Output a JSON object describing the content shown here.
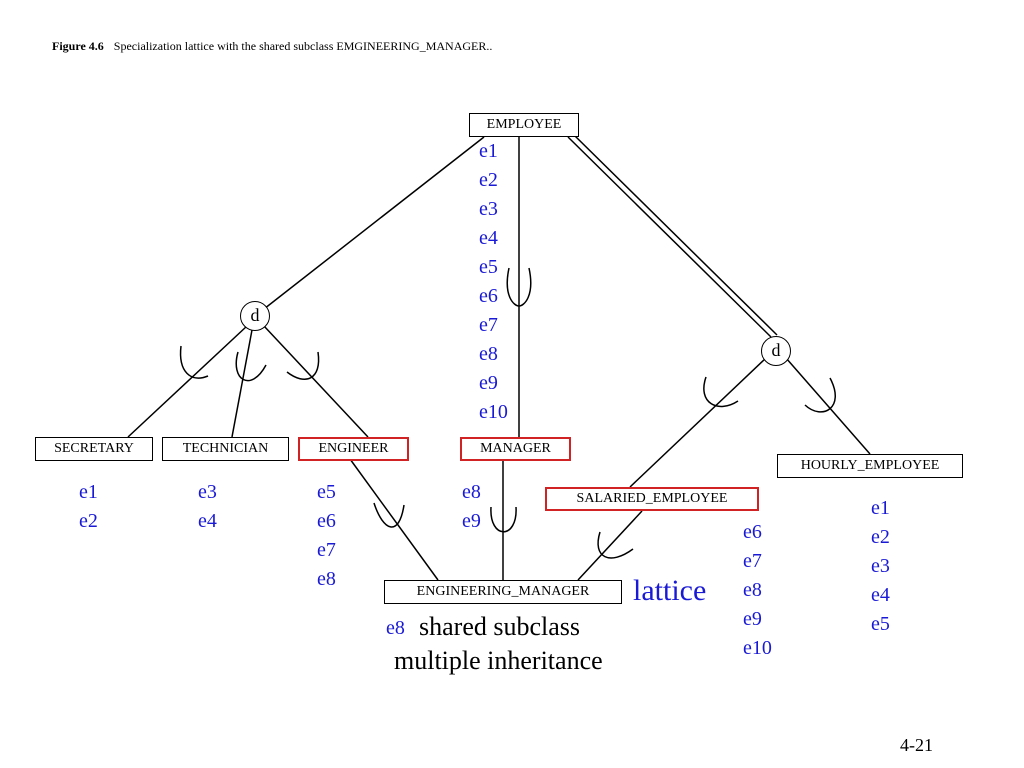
{
  "caption": {
    "label": "Figure 4.6",
    "text": "Specialization lattice with the shared subclass EMGINEERING_MANAGER.."
  },
  "nodes": {
    "employee": "EMPLOYEE",
    "secretary": "SECRETARY",
    "technician": "TECHNICIAN",
    "engineer": "ENGINEER",
    "manager": "MANAGER",
    "hourly_employee": "HOURLY_EMPLOYEE",
    "salaried_employee": "SALARIED_EMPLOYEE",
    "engineering_manager": "ENGINEERING_MANAGER"
  },
  "disjoint_label": "d",
  "entity_lists": {
    "employee": [
      "e1",
      "e2",
      "e3",
      "e4",
      "e5",
      "e6",
      "e7",
      "e8",
      "e9",
      "e10"
    ],
    "secretary": [
      "e1",
      "e2"
    ],
    "technician": [
      "e3",
      "e4"
    ],
    "engineer": [
      "e5",
      "e6",
      "e7",
      "e8"
    ],
    "manager": [
      "e8",
      "e9"
    ],
    "salaried_employee": [
      "e6",
      "e7",
      "e8",
      "e9",
      "e10"
    ],
    "hourly_employee": [
      "e1",
      "e2",
      "e3",
      "e4",
      "e5"
    ],
    "engineering_manager": [
      "e8"
    ]
  },
  "annotations": {
    "lattice": "lattice",
    "shared_subclass": "shared subclass",
    "multiple_inheritance": "multiple inheritance"
  },
  "highlight_color": "#d12323",
  "entity_color": "#1a1ad6",
  "page_number": "4-21"
}
